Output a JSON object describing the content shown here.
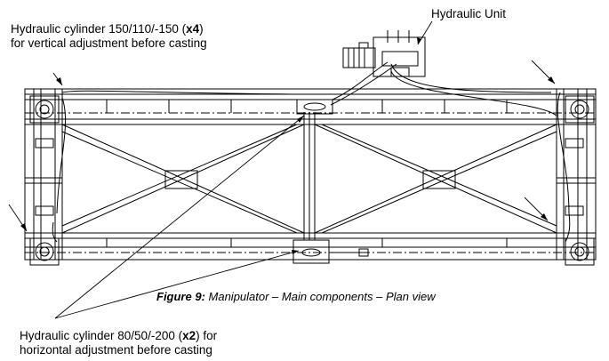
{
  "labels": {
    "cyl_vertical_line1_pre": "Hydraulic  cylinder  150/110/-150  (",
    "cyl_vertical_qty": "x4",
    "cyl_vertical_line1_post": ")",
    "cyl_vertical_line2": "for vertical adjustment before casting",
    "hydraulic_unit": "Hydraulic Unit",
    "cyl_horizontal_line1_pre": "Hydraulic cylinder 80/50/-200 (",
    "cyl_horizontal_qty": "x2",
    "cyl_horizontal_line1_post": ") for",
    "cyl_horizontal_line2": "horizontal adjustment before casting"
  },
  "caption": {
    "figure": "Figure 9:",
    "text": " Manipulator – Main components – Plan view"
  }
}
